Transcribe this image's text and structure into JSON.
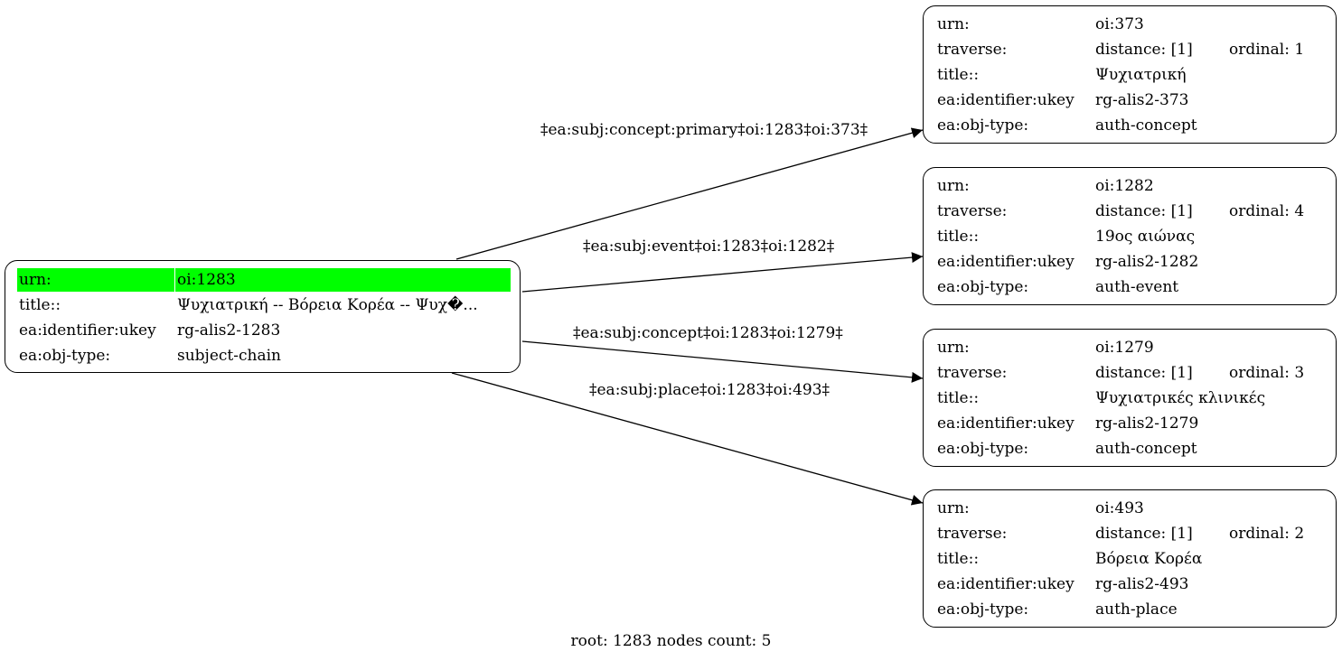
{
  "root_node": {
    "rows": [
      {
        "key": "urn:",
        "value": "oi:1283",
        "highlight": true
      },
      {
        "key": "title::",
        "value": "Ψυχιατρική -- Βόρεια Κορέα -- Ψυχ�..."
      },
      {
        "key": "ea:identifier:ukey",
        "value": "rg-alis2-1283"
      },
      {
        "key": "ea:obj-type:",
        "value": "subject-chain"
      }
    ]
  },
  "child_nodes": [
    {
      "urn": "oi:373",
      "distance": "distance: [1]",
      "ordinal": "ordinal: 1",
      "title": "Ψυχιατρική",
      "ukey": "rg-alis2-373",
      "obj_type": "auth-concept",
      "edge_label": "‡ea:subj:concept:primary‡oi:1283‡oi:373‡"
    },
    {
      "urn": "oi:1282",
      "distance": "distance: [1]",
      "ordinal": "ordinal: 4",
      "title": "19ος αιώνας",
      "ukey": "rg-alis2-1282",
      "obj_type": "auth-event",
      "edge_label": "‡ea:subj:event‡oi:1283‡oi:1282‡"
    },
    {
      "urn": "oi:1279",
      "distance": "distance: [1]",
      "ordinal": "ordinal: 3",
      "title": "Ψυχιατρικές κλινικές",
      "ukey": "rg-alis2-1279",
      "obj_type": "auth-concept",
      "edge_label": "‡ea:subj:concept‡oi:1283‡oi:1279‡"
    },
    {
      "urn": "oi:493",
      "distance": "distance: [1]",
      "ordinal": "ordinal: 2",
      "title": "Βόρεια Κορέα",
      "ukey": "rg-alis2-493",
      "obj_type": "auth-place",
      "edge_label": "‡ea:subj:place‡oi:1283‡oi:493‡"
    }
  ],
  "child_keys": {
    "urn": "urn:",
    "traverse": "traverse:",
    "title": "title::",
    "ukey": "ea:identifier:ukey",
    "obj_type": "ea:obj-type:"
  },
  "footer": "root: 1283 nodes count: 5",
  "colors": {
    "highlight": "#00ff00",
    "stroke": "#000000"
  }
}
